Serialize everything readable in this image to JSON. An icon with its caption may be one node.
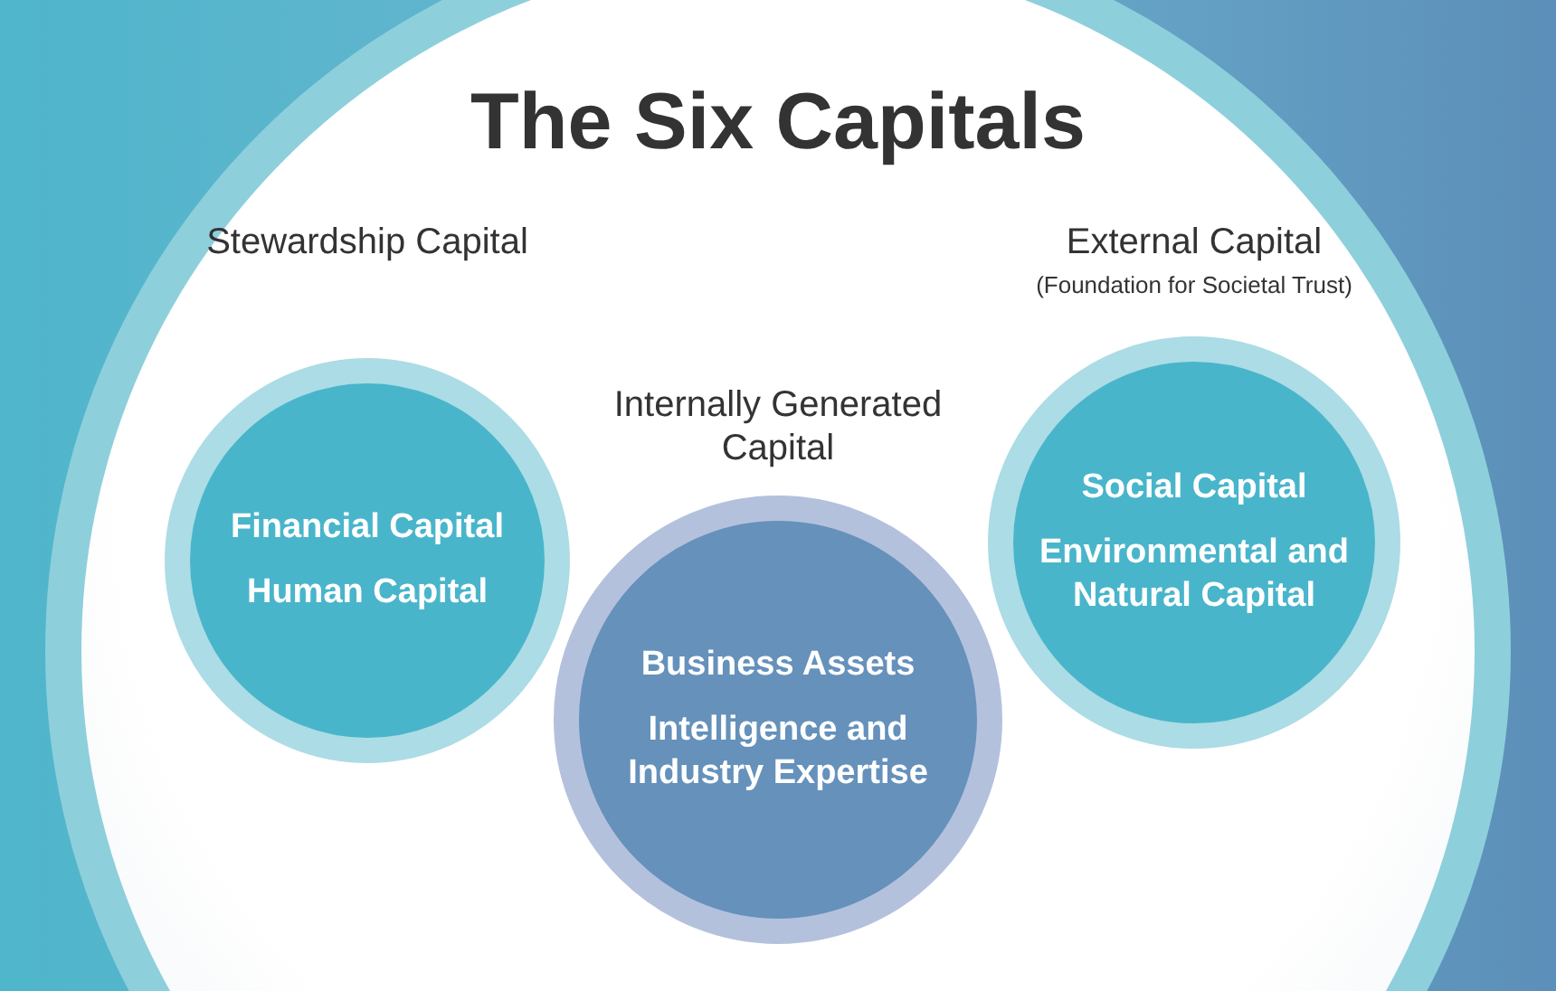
{
  "diagram": {
    "title": "The Six Capitals",
    "nodes": [
      {
        "text": [
          "Stewardship Capital",
          "Financial Capital",
          "Human Capital"
        ]
      },
      {
        "text": [
          "Internally Generated Capital",
          "Business Assets",
          "Intelligence and Industry Expertise"
        ]
      },
      {
        "text": [
          "External Capital",
          "(Foundation for Societal Trust)",
          "Social Capital",
          "Environmental and Natural Capital"
        ]
      }
    ],
    "edges": []
  }
}
